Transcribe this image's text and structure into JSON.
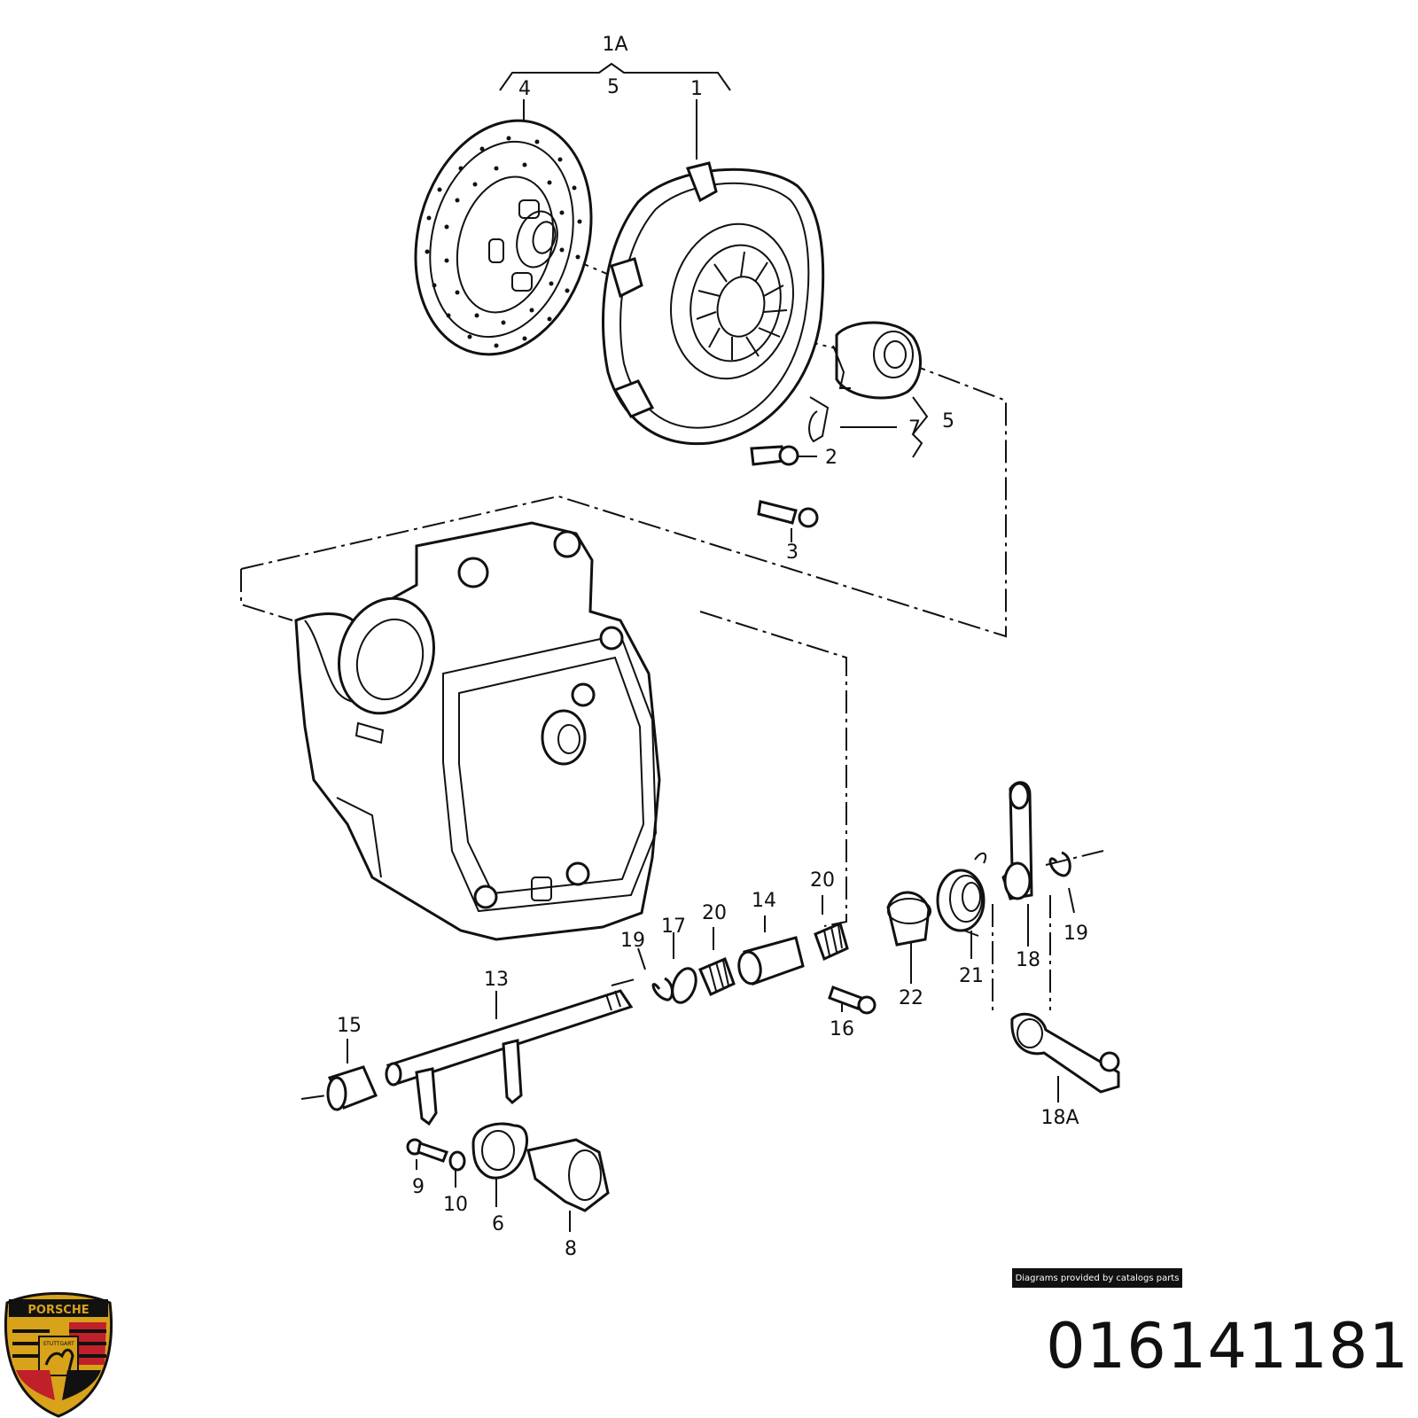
{
  "diagram": {
    "callouts": [
      "1A",
      "5",
      "4",
      "1",
      "7",
      "5",
      "2",
      "3",
      "20",
      "14",
      "20",
      "17",
      "19",
      "13",
      "15",
      "16",
      "22",
      "21",
      "18",
      "19",
      "18A",
      "9",
      "10",
      "6",
      "8"
    ]
  },
  "credit": {
    "text": "Diagrams provided by catalogs parts"
  },
  "part_number": {
    "text": "016141181"
  },
  "logo": {
    "wordmark": "PORSCHE",
    "city": "STUTTGART"
  },
  "colors": {
    "ink": "#111111",
    "crest_gold": "#d8a21a",
    "crest_red": "#c0202a",
    "crest_black": "#111111"
  }
}
